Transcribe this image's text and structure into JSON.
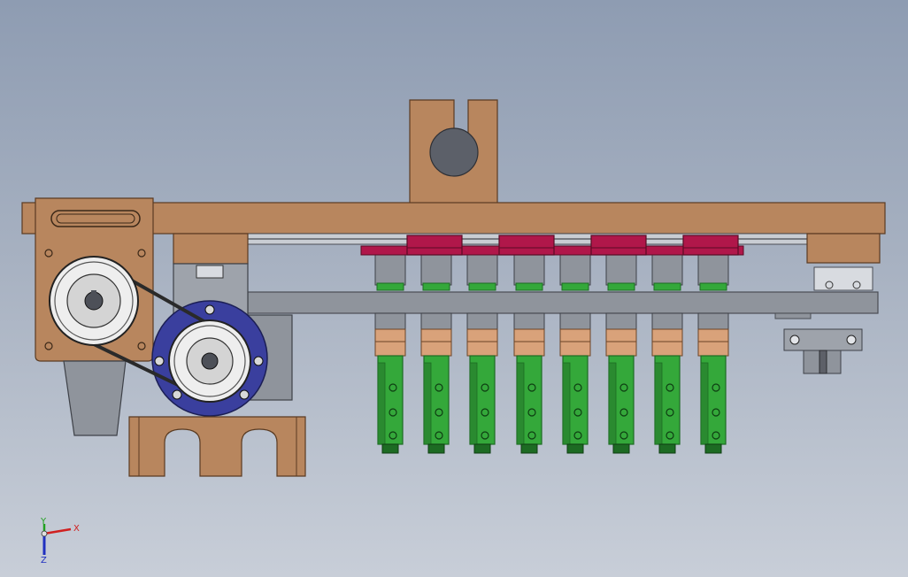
{
  "viewport": {
    "background_top": "#8e9cb2",
    "background_bottom": "#c8ced8"
  },
  "colors": {
    "wood": "#b8865e",
    "wood_dark": "#8a5f3d",
    "steel": "#8f949c",
    "steel_light": "#c9cdd3",
    "rail_dark": "#5d6068",
    "block_red": "#b0174a",
    "valve_green": "#34a83a",
    "valve_green_dark": "#1d6b23",
    "plate_blue": "#3a3f9e",
    "pulley_silver": "#dcdcdc",
    "belt": "#2a2a2a"
  },
  "model": {
    "valve_count": 8,
    "slider_block_count": 4
  },
  "triad": {
    "x_label": "X",
    "y_label": "Y",
    "z_label": "Z",
    "x_color": "#d02020",
    "y_color": "#20a020",
    "z_color": "#2030c0"
  }
}
